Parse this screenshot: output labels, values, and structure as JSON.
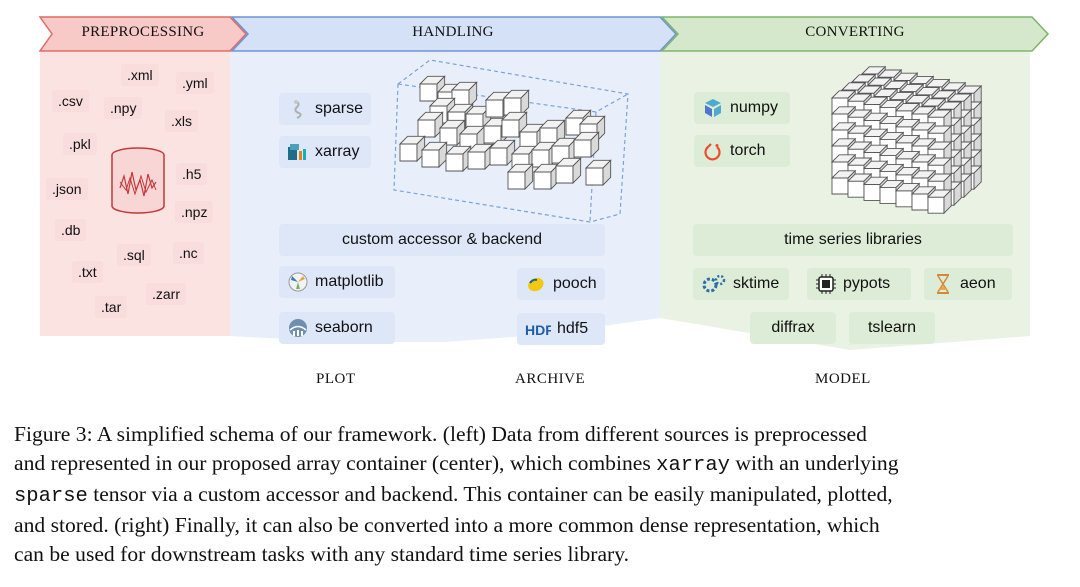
{
  "figure": {
    "headers": {
      "left": "PREPROCESSING",
      "center": "HANDLING",
      "right": "CONVERTING"
    },
    "bottom_labels": {
      "plot": "PLOT",
      "archive": "ARCHIVE",
      "model": "MODEL"
    },
    "extensions": [
      ".xml",
      ".yml",
      ".csv",
      ".npy",
      ".xls",
      ".pkl",
      ".json",
      ".h5",
      ".npz",
      ".db",
      ".sql",
      ".nc",
      ".txt",
      ".zarr",
      ".tar"
    ],
    "handling": {
      "libs": [
        "sparse",
        "xarray"
      ],
      "accessor_label": "custom accessor & backend",
      "plot_libs": [
        "matplotlib",
        "seaborn"
      ],
      "archive_libs": [
        "pooch",
        "hdf5"
      ],
      "hdf_logo_text": "HDF"
    },
    "converting": {
      "libs": [
        "numpy",
        "torch"
      ],
      "ts_label": "time series libraries",
      "ts_libs": [
        "sktime",
        "pypots",
        "aeon",
        "diffrax",
        "tslearn"
      ]
    },
    "colors": {
      "preprocessing_bg": "#fbe3e1",
      "preprocessing_header": "#f7c9c7",
      "preprocessing_border": "#e06a66",
      "handling_bg": "#e8effb",
      "handling_header": "#d4e1f7",
      "handling_border": "#6b93d6",
      "converting_bg": "#e9f2e3",
      "converting_header": "#d6e8cc",
      "converting_border": "#7fb36a"
    }
  },
  "caption": {
    "line1": "Figure 3: A simplified schema of our framework. (left) Data from different sources is preprocessed",
    "line2a": "and represented in our proposed array container (center), which combines ",
    "line2b": "xarray",
    "line2c": " with an underlying",
    "line3a": "sparse",
    "line3b": " tensor via a custom accessor and backend. This container can be easily manipulated, plotted,",
    "line4": "and stored. (right) Finally, it can also be converted into a more common dense representation, which",
    "line5": "can be used for downstream tasks with any standard time series library."
  }
}
